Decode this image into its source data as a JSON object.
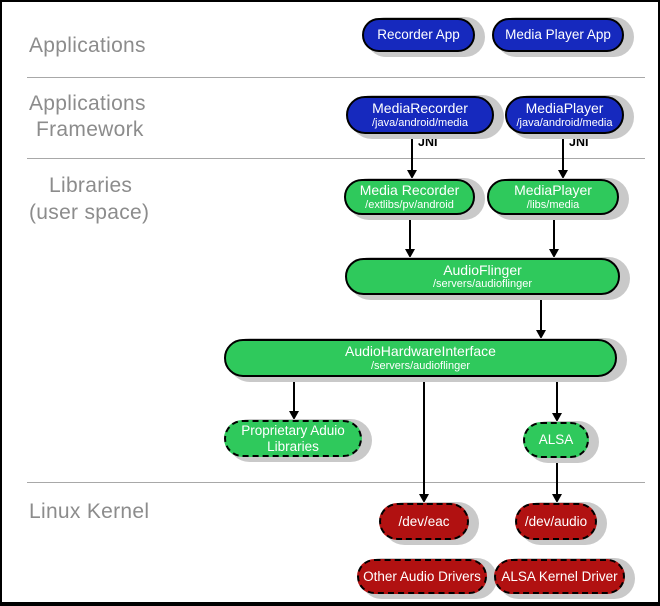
{
  "diagram": {
    "subject": "Android audio system architecture layers"
  },
  "sections": {
    "applications": {
      "label": "Applications"
    },
    "framework": {
      "label_line1": "Applications",
      "label_line2": "Framework"
    },
    "libraries": {
      "label_line1": "Libraries",
      "label_line2": "(user space)"
    },
    "kernel": {
      "label": "Linux Kernel"
    }
  },
  "nodes": {
    "recorder_app": {
      "title": "Recorder App"
    },
    "media_player_app": {
      "title": "Media Player App"
    },
    "media_recorder_fw": {
      "title": "MediaRecorder",
      "path": "/java/android/media"
    },
    "media_player_fw": {
      "title": "MediaPlayer",
      "path": "/java/android/media"
    },
    "media_recorder_lib": {
      "title": "Media Recorder",
      "path": "/extlibs/pv/android"
    },
    "media_player_lib": {
      "title": "MediaPlayer",
      "path": "/libs/media"
    },
    "audio_flinger": {
      "title": "AudioFlinger",
      "path": "/servers/audioflinger"
    },
    "audio_hardware_interface": {
      "title": "AudioHardwareInterface",
      "path": "/servers/audioflinger"
    },
    "proprietary_audio_libraries": {
      "title_line1": "Proprietary Aduio",
      "title_line2": "Libraries"
    },
    "alsa": {
      "title": "ALSA"
    },
    "dev_eac": {
      "title": "/dev/eac"
    },
    "dev_audio": {
      "title": "/dev/audio"
    },
    "other_audio_drivers": {
      "title": "Other Audio Drivers"
    },
    "alsa_kernel_driver": {
      "title": "ALSA Kernel Driver"
    }
  },
  "labels": {
    "jni": "JNI"
  },
  "edges": [
    {
      "from": "MediaRecorder (framework)",
      "to": "Media Recorder (libraries)",
      "label": "JNI"
    },
    {
      "from": "MediaPlayer (framework)",
      "to": "MediaPlayer (libraries)",
      "label": "JNI"
    },
    {
      "from": "Media Recorder (libraries)",
      "to": "AudioFlinger",
      "label": ""
    },
    {
      "from": "MediaPlayer (libraries)",
      "to": "AudioFlinger",
      "label": ""
    },
    {
      "from": "AudioFlinger",
      "to": "AudioHardwareInterface",
      "label": ""
    },
    {
      "from": "AudioHardwareInterface",
      "to": "Proprietary Aduio Libraries",
      "label": ""
    },
    {
      "from": "AudioHardwareInterface",
      "to": "ALSA",
      "label": ""
    },
    {
      "from": "AudioHardwareInterface",
      "to": "/dev/eac",
      "label": ""
    },
    {
      "from": "ALSA",
      "to": "/dev/audio",
      "label": ""
    }
  ],
  "colors": {
    "app_blue": "#1629be",
    "library_green": "#2fc95c",
    "kernel_red": "#b11111",
    "shadow_gray": "#c9c9c9",
    "section_label_gray": "#8c8c8c",
    "divider_gray": "#a8a8a8"
  }
}
